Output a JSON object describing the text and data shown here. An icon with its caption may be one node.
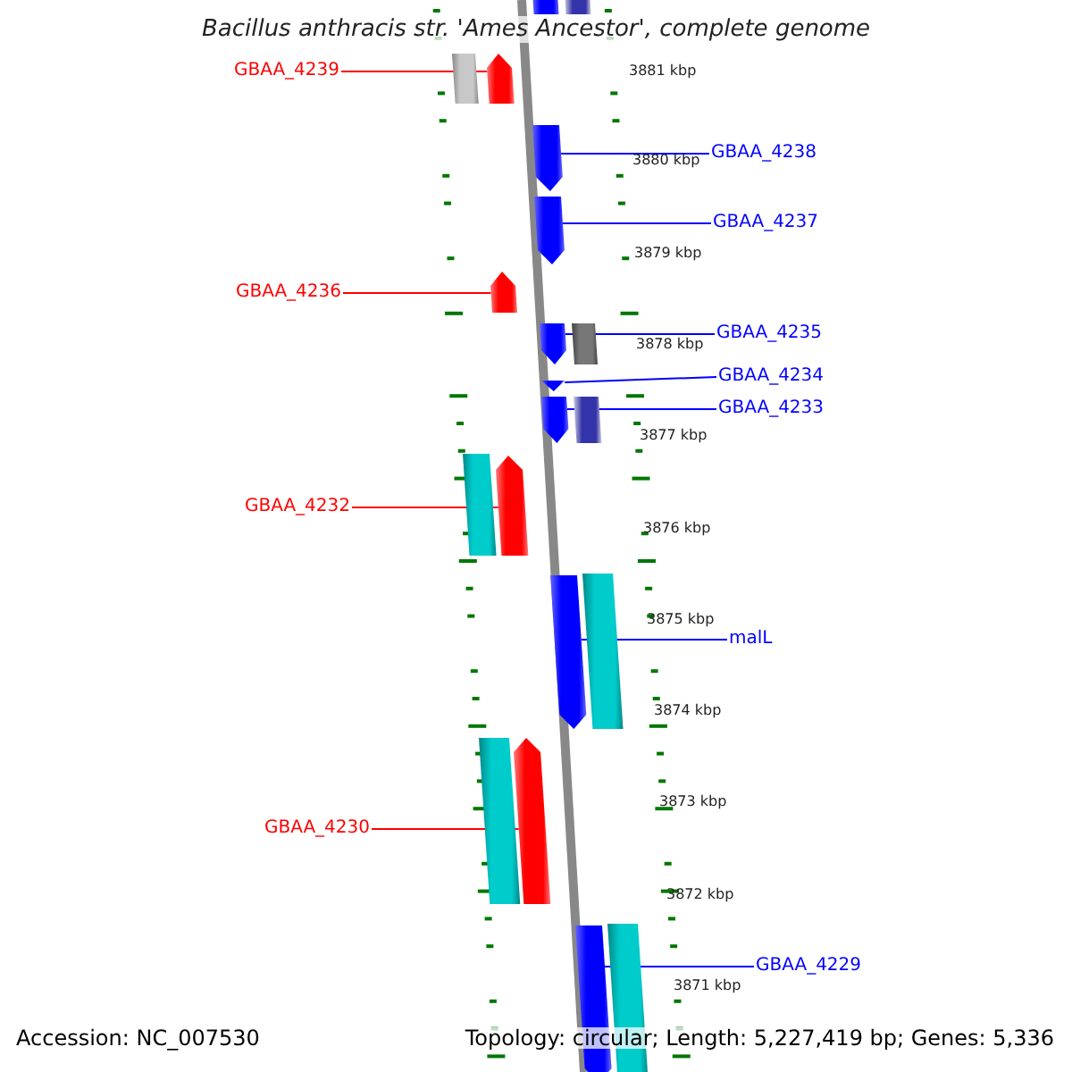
{
  "diagram": {
    "title": "Bacillus anthracis str. 'Ames Ancestor', complete genome",
    "nodes": [
      {
        "text": [
          "GBAA_4239"
        ]
      },
      {
        "text": [
          "GBAA_4238"
        ]
      },
      {
        "text": [
          "GBAA_4237"
        ]
      },
      {
        "text": [
          "GBAA_4236"
        ]
      },
      {
        "text": [
          "GBAA_4235"
        ]
      },
      {
        "text": [
          "GBAA_4234"
        ]
      },
      {
        "text": [
          "GBAA_4233"
        ]
      },
      {
        "text": [
          "GBAA_4232"
        ]
      },
      {
        "text": [
          "malL"
        ]
      },
      {
        "text": [
          "GBAA_4230"
        ]
      },
      {
        "text": [
          "GBAA_4229"
        ]
      },
      {
        "text": [],
        "shape": "bar"
      },
      {
        "text": [],
        "shape": "bar"
      },
      {
        "text": [],
        "shape": "bar"
      },
      {
        "text": [],
        "shape": "bar"
      },
      {
        "text": [],
        "shape": "bar"
      },
      {
        "text": [],
        "shape": "bar"
      },
      {
        "text": [],
        "shape": "bar"
      },
      {
        "text": [],
        "shape": "bar"
      },
      {
        "text": [],
        "shape": "bar"
      },
      {
        "text": [],
        "shape": "bar"
      },
      {
        "text": [],
        "shape": "bar"
      },
      {
        "text": [],
        "shape": "bar"
      },
      {
        "text": [],
        "shape": "bar"
      },
      {
        "text": [],
        "shape": "bar"
      },
      {
        "text": [],
        "shape": "bar"
      },
      {
        "text": [],
        "shape": "bar"
      },
      {
        "text": [],
        "shape": "bar"
      },
      {
        "text": [],
        "shape": "bar"
      },
      {
        "text": [],
        "shape": "bar"
      },
      {
        "text": [],
        "shape": "bar"
      }
    ],
    "edges": [
      {
        "from": 0,
        "to": 11,
        "arrow": "none",
        "color": "#ff0000"
      },
      {
        "from": 1,
        "to": 12,
        "arrow": "none"
      },
      {
        "from": 2,
        "to": 13,
        "arrow": "none"
      },
      {
        "from": 3,
        "to": 14,
        "arrow": "none",
        "color": "#ff0000"
      },
      {
        "from": 4,
        "to": 15,
        "arrow": "none"
      },
      {
        "from": 5,
        "to": 16,
        "arrow": "none"
      },
      {
        "from": 6,
        "to": 17,
        "arrow": "none"
      },
      {
        "from": 7,
        "to": 18,
        "arrow": "none",
        "color": "#ff0000"
      },
      {
        "from": 8,
        "to": 19,
        "arrow": "none"
      },
      {
        "from": 9,
        "to": 20,
        "arrow": "none",
        "color": "#ff0000"
      },
      {
        "from": 10,
        "to": 21,
        "arrow": "none"
      }
    ],
    "labels": [
      "3881 kbp",
      "3880 kbp",
      "3879 kbp",
      "3878 kbp",
      "3877 kbp",
      "3876 kbp",
      "3875 kbp",
      "3874 kbp",
      "3873 kbp",
      "3872 kbp",
      "3871 kbp",
      "Accession: NC_007530",
      "Topology: circular; Length: 5,227,419 bp; Genes: 5,336"
    ]
  }
}
